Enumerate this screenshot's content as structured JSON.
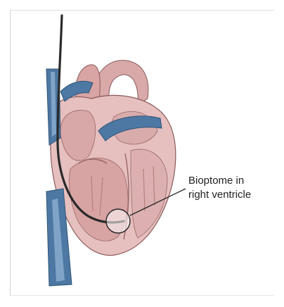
{
  "annotation": {
    "line1": "Bioptome in",
    "line2": "right ventricle"
  },
  "colors": {
    "heart_fill": "#e6bfbf",
    "heart_shadow": "#c99595",
    "heart_outline": "#8c5a5a",
    "vessel_blue": "#4d78a3",
    "vessel_blue_light": "#7fa4c7",
    "catheter": "#2a2a2a",
    "callout": "#222222"
  },
  "icons": [
    "heart-illustration",
    "catheter-bioptome",
    "callout-circle"
  ]
}
